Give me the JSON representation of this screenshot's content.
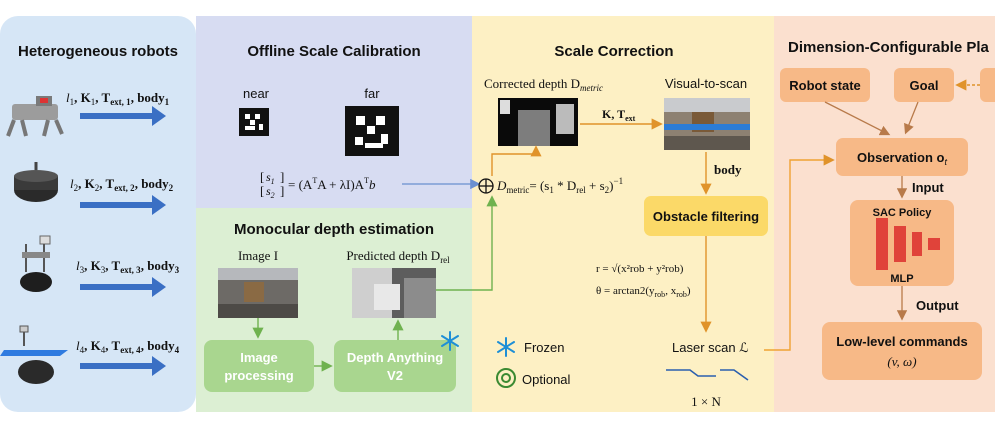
{
  "panels": {
    "robots": {
      "title": "Heterogeneous robots",
      "color": "#d6e6f6"
    },
    "calibration": {
      "title": "Offline Scale Calibration",
      "color": "#d7dcf2"
    },
    "depth": {
      "title": "Monocular depth estimation",
      "color": "#dcefd3"
    },
    "correction": {
      "title": "Scale Correction",
      "color": "#fdf0c4"
    },
    "planner": {
      "title": "Dimension-Configurable Pla",
      "color": "#fbe0cf"
    }
  },
  "robots": [
    {
      "pre": "l",
      "sub": "1",
      "label": ", K",
      "ksub": "1",
      "t": ", T",
      "tsub": "ext, 1",
      "b": ", body",
      "bsub": "1"
    },
    {
      "pre": "l",
      "sub": "2",
      "label": ", K",
      "ksub": "2",
      "t": ", T",
      "tsub": "ext, 2",
      "b": ", body",
      "bsub": "2"
    },
    {
      "pre": "l",
      "sub": "3",
      "label": ", K",
      "ksub": "3",
      "t": ", T",
      "tsub": "ext, 3",
      "b": ", body",
      "bsub": "3"
    },
    {
      "pre": "l",
      "sub": "4",
      "label": ", K",
      "ksub": "4",
      "t": ", T",
      "tsub": "ext, 4",
      "b": ", body",
      "bsub": "4"
    }
  ],
  "calibration": {
    "near": "near",
    "far": "far",
    "s1": "s",
    "s1sub": "1",
    "s2": "s",
    "s2sub": "2",
    "formula": "= (A",
    "formula_rest": "A + λI)A",
    "formula_end": "b",
    "sup_t": "T"
  },
  "depth": {
    "image_label": "Image I",
    "predicted_label": "Predicted depth D",
    "predicted_sub": "rel",
    "proc_line1": "Image",
    "proc_line2": "processing",
    "da_line1": "Depth Anything",
    "da_line2": "V2"
  },
  "correction": {
    "corrected_label": "Corrected depth D",
    "corrected_sub": "metric",
    "visual_to_scan": "Visual-to-scan",
    "kt": "K, T",
    "kt_sub": "ext",
    "body": "body",
    "dmetric": "D",
    "dmetric_sub": "metric",
    "dmetric_eq": "= (s",
    "dmetric_mid": " * D",
    "dmetric_sub2": "rel",
    "dmetric_end": " + s",
    "dmetric_close": ")",
    "dmetric_pow": "−1",
    "obstacle": "Obstacle filtering",
    "r_eq": "r = √(x²rob + y²rob)",
    "theta_eq": "θ = arctan2(y",
    "theta_sub1": "rob",
    "theta_mid": ", x",
    "theta_sub2": "rob",
    "theta_end": ")",
    "laser": "Laser scan ℒ",
    "dim": "1 × N",
    "frozen": "Frozen",
    "optional": "Optional"
  },
  "planner": {
    "robot_state": "Robot state",
    "goal": "Goal",
    "observation": "Observation o",
    "obs_sub": "t",
    "input": "Input",
    "sac": "SAC Policy",
    "mlp": "MLP",
    "output": "Output",
    "low_level": "Low-level commands",
    "cmd": "(v, ω)"
  },
  "colors": {
    "arrow_blue": "#3a6fc4",
    "green_box": "#a9d68f",
    "yellow_box": "#fbd968",
    "orange_box": "#f7b987",
    "orange_line": "#f0a233",
    "policy_red": "#e0433a"
  }
}
